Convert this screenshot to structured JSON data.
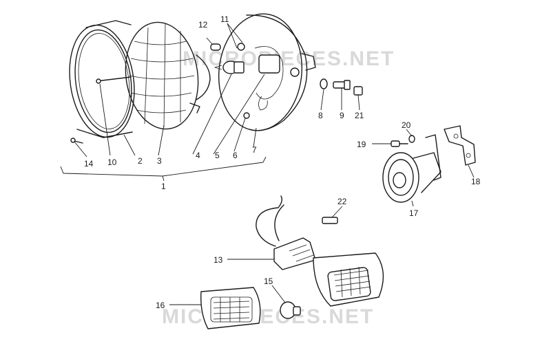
{
  "watermark": {
    "upper": "MICROPIECES.NET",
    "lower": "MICROPIECES.NET"
  },
  "callouts": {
    "c1": "1",
    "c2": "2",
    "c3": "3",
    "c4": "4",
    "c5": "5",
    "c6": "6",
    "c7": "7",
    "c8": "8",
    "c9": "9",
    "c10": "10",
    "c11": "11",
    "c12": "12",
    "c13": "13",
    "c14": "14",
    "c15": "15",
    "c16": "16",
    "c17": "17",
    "c18": "18",
    "c19": "19",
    "c20": "20",
    "c21": "21",
    "c22": "22"
  }
}
